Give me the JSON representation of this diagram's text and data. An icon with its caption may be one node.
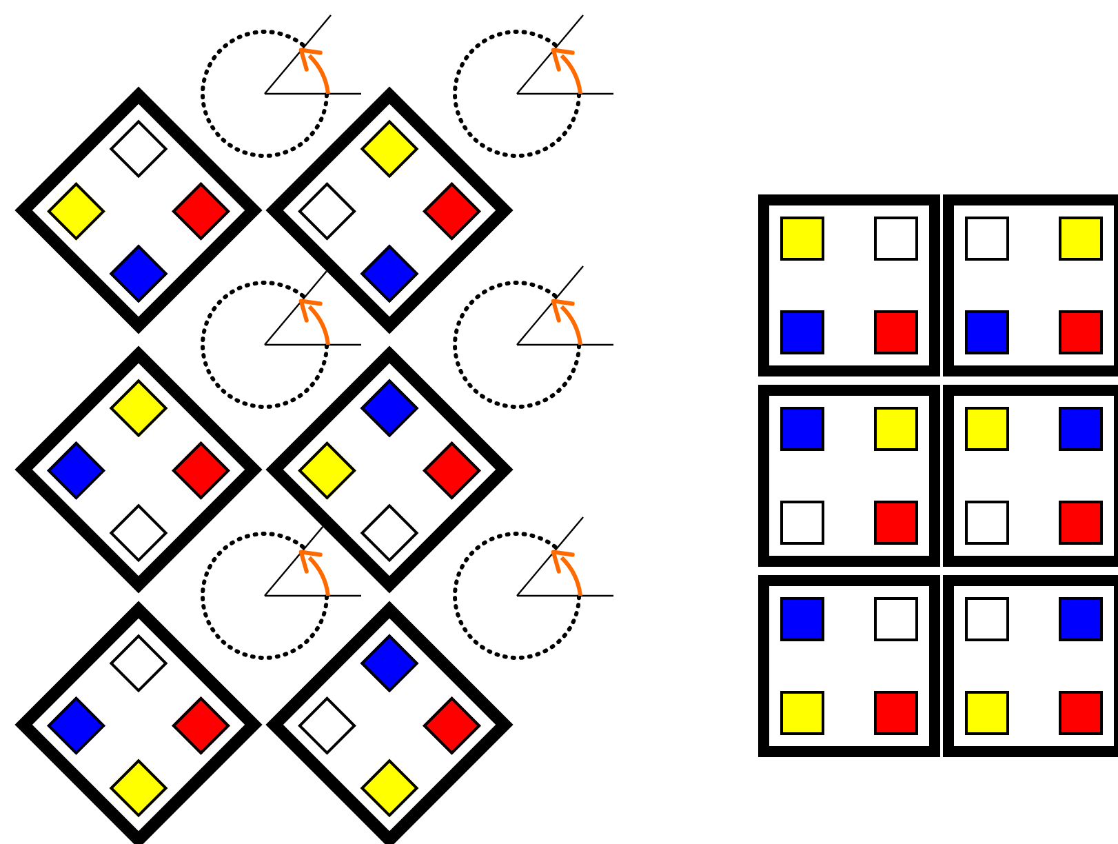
{
  "diagram": {
    "nodes": [
      {
        "text": [],
        "shape": "diamond"
      },
      {
        "text": [],
        "shape": "diamond"
      },
      {
        "text": [],
        "shape": "diamond"
      },
      {
        "text": [],
        "shape": "diamond"
      },
      {
        "text": [],
        "shape": "diamond"
      },
      {
        "text": [],
        "shape": "diamond"
      },
      {
        "text": [],
        "shape": "box"
      },
      {
        "text": [],
        "shape": "box"
      },
      {
        "text": [],
        "shape": "box"
      },
      {
        "text": [],
        "shape": "box"
      },
      {
        "text": [],
        "shape": "box"
      },
      {
        "text": [],
        "shape": "box"
      }
    ]
  }
}
